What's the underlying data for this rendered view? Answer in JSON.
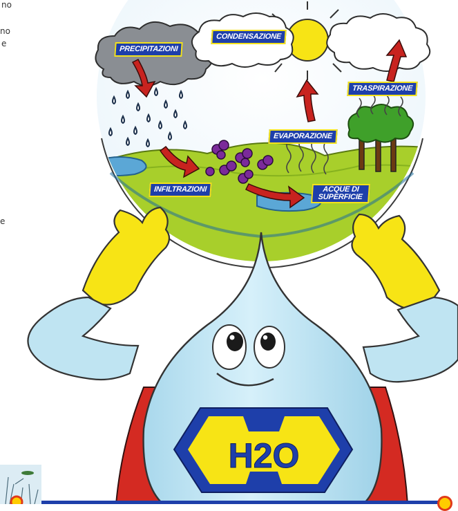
{
  "side_text": [
    "no",
    "no",
    "e",
    "e"
  ],
  "labels": {
    "precipitazioni": "PRECIPITAZIONI",
    "condensazione": "CONDENSAZIONE",
    "traspirazione": "TRASPIRAZIONE",
    "evaporazione": "EVAPORAZIONE",
    "infiltrazioni": "INFILTRAZIONI",
    "acque_di_superficie": "ACQUE DI SUPERFICIE"
  },
  "logo": {
    "text": "H2O"
  },
  "colors": {
    "label_bg": "#1e3faa",
    "label_border": "#f4e21a",
    "drop": "#bfe4f2",
    "glove": "#f7e415",
    "grass": "#a8cf2b",
    "arrow": "#c8231f"
  }
}
